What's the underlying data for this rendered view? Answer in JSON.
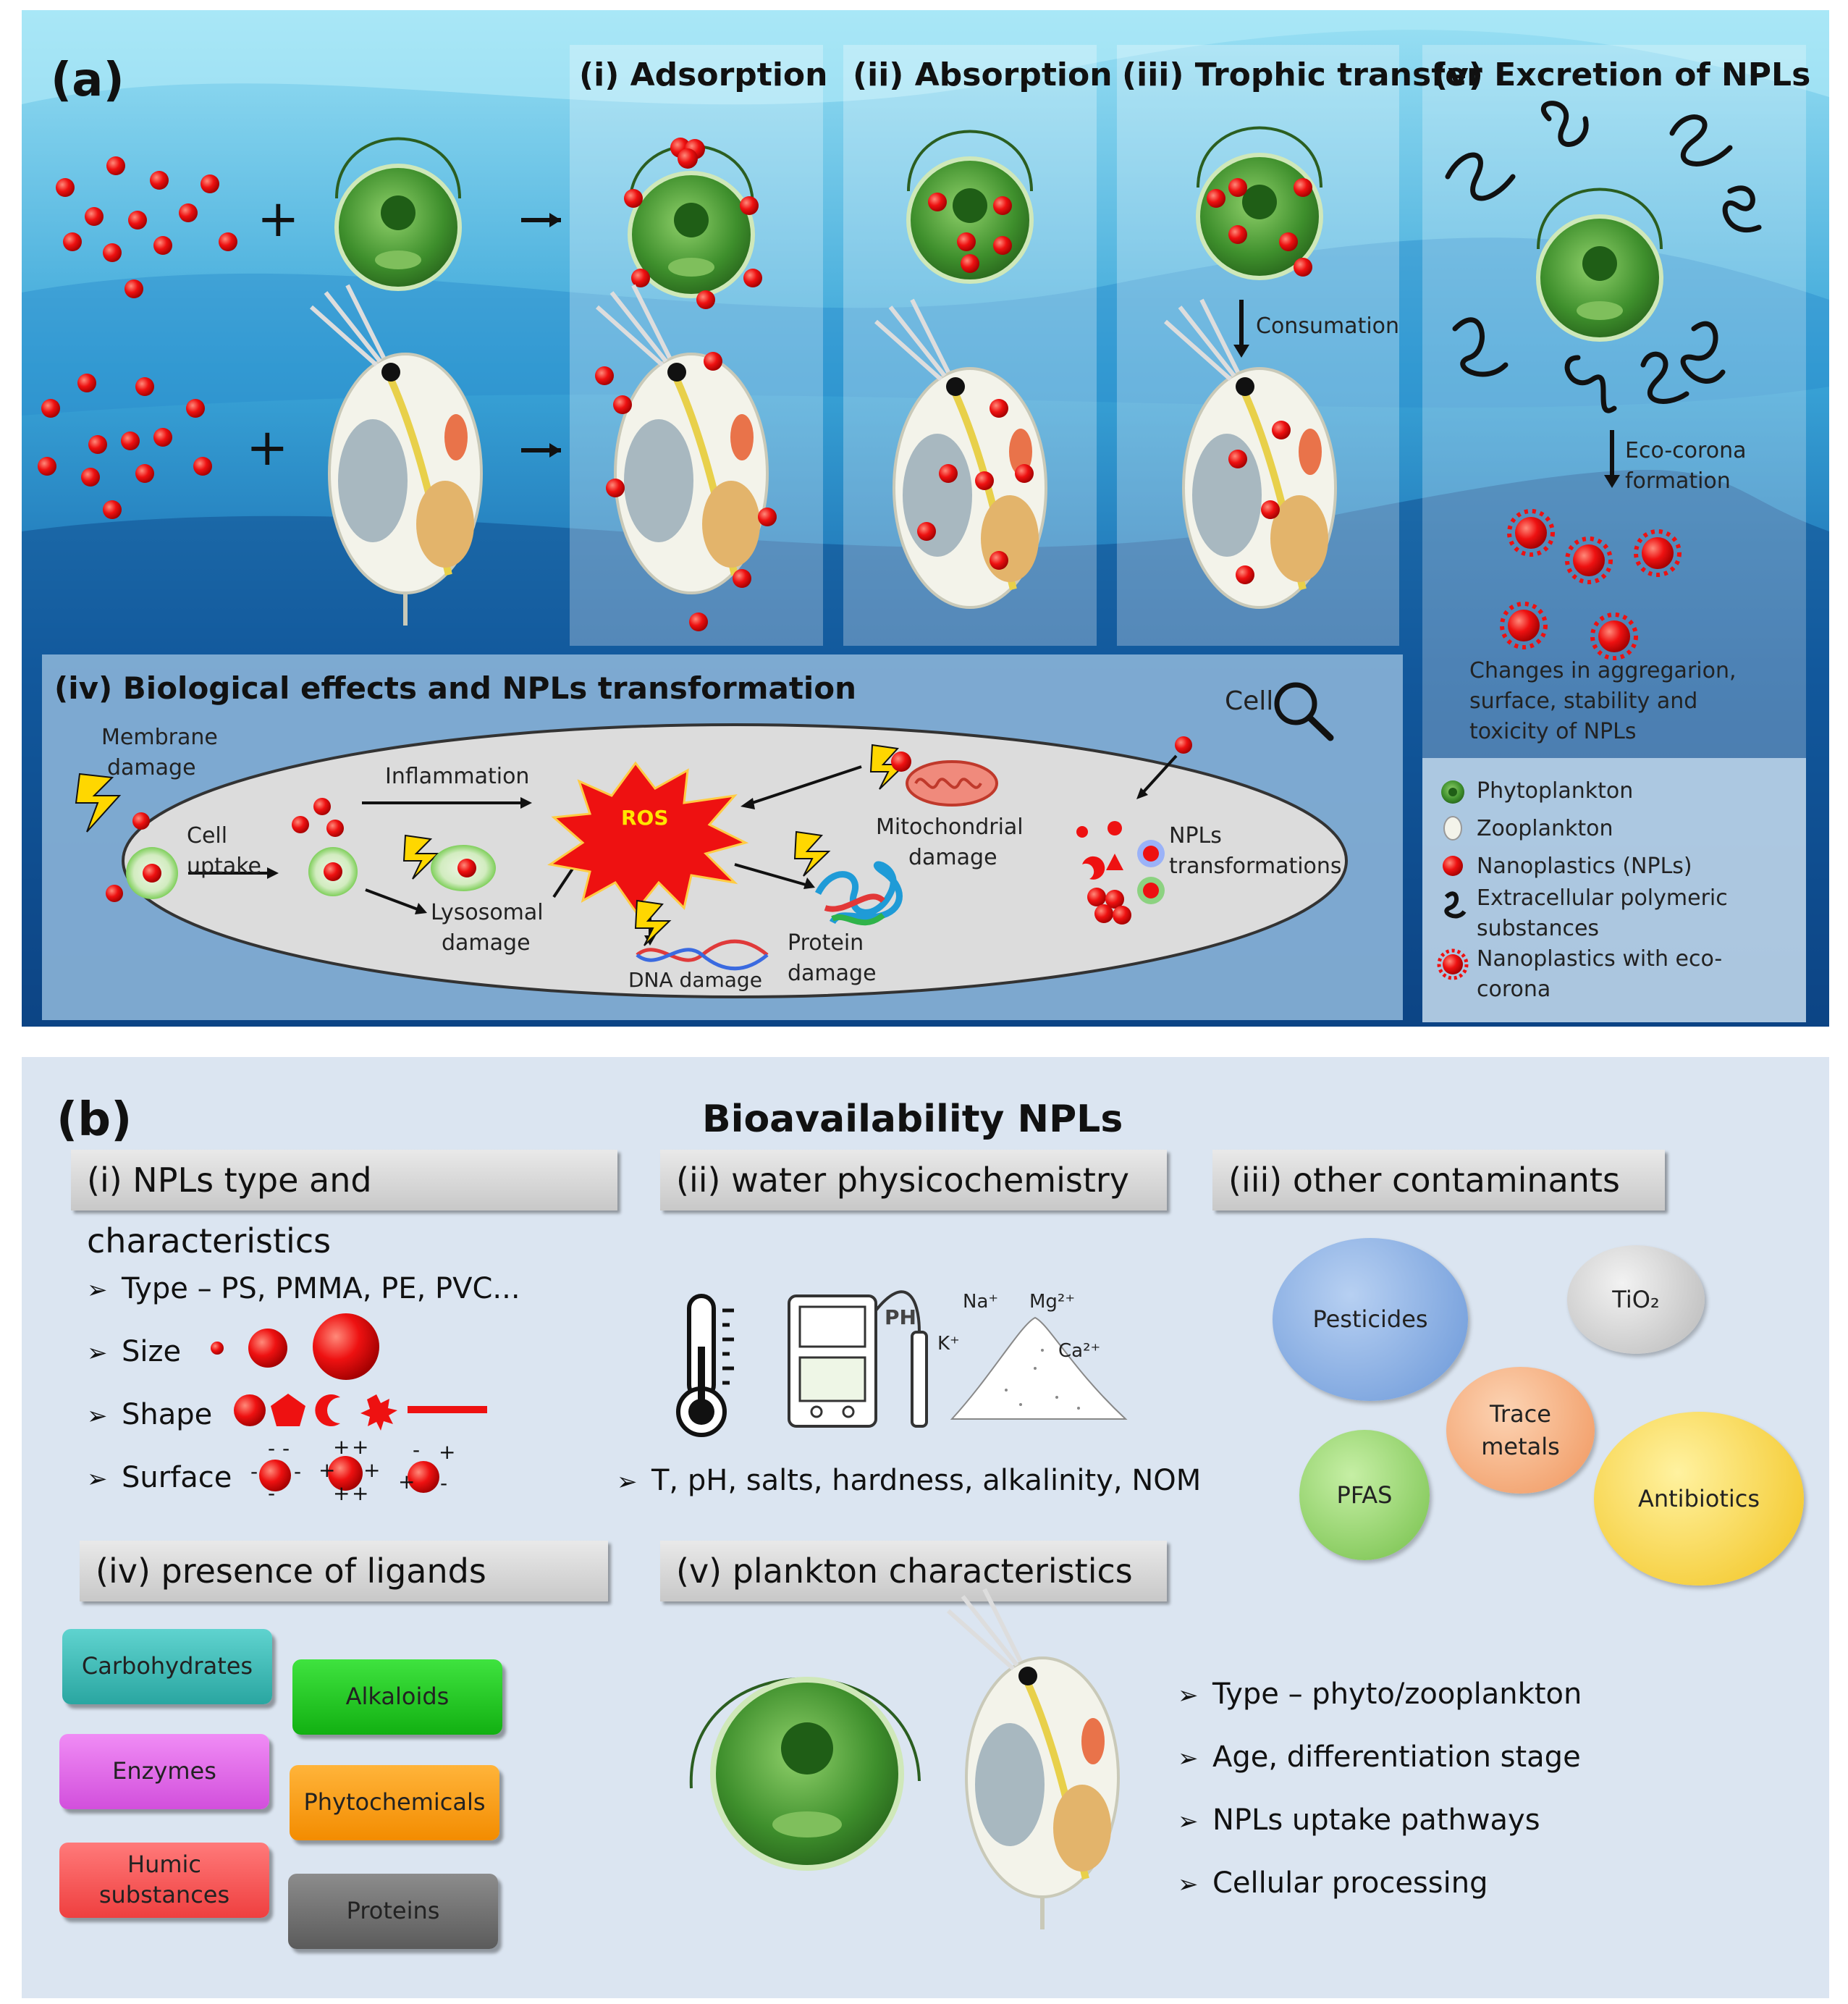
{
  "panel_a": {
    "letter": "(a)",
    "steps": {
      "adsorption": "(i) Adsorption",
      "absorption": "(ii) Absorption",
      "trophic": "(iii) Trophic transfer",
      "excretion": "(v) Excretion of NPLs"
    },
    "consumation": "Consumation",
    "eco_corona_1": "Eco-corona",
    "eco_corona_2": "formation",
    "changes_1": "Changes in aggregarion,",
    "changes_2": "surface, stability and",
    "changes_3": "toxicity of NPLs",
    "bio_title": "(iv) Biological effects and NPLs transformation",
    "cell_label": "Cell",
    "membrane_1": "Membrane",
    "membrane_2": "damage",
    "cell_uptake_1": "Cell",
    "cell_uptake_2": "uptake",
    "inflammation": "Inflammation",
    "ros": "ROS",
    "lysosomal_1": "Lysosomal",
    "lysosomal_2": "damage",
    "dna_damage": "DNA damage",
    "protein_1": "Protein",
    "protein_2": "damage",
    "mito_1": "Mitochondrial",
    "mito_2": "damage",
    "npl_trans_1": "NPLs",
    "npl_trans_2": "transformations",
    "legend": {
      "phyto": "Phytoplankton",
      "zoo": "Zooplankton",
      "npl": "Nanoplastics (NPLs)",
      "eps_1": "Extracellular polymeric",
      "eps_2": "substances",
      "eco_1": "Nanoplastics with eco-",
      "eco_2": "corona"
    }
  },
  "panel_b": {
    "letter": "(b)",
    "title": "Bioavailability NPLs",
    "banners": {
      "type": "(i) NPLs type and characteristics",
      "water": "(ii) water physicochemistry",
      "contam": "(iii) other contaminants",
      "ligands": "(iv) presence of ligands",
      "plankton": "(v) plankton characteristics"
    },
    "type_bullets": {
      "type": "Type – PS, PMMA, PE, PVC...",
      "size": "Size",
      "shape": "Shape",
      "surface": "Surface"
    },
    "ph_label": "PH",
    "ions": {
      "na": "Na⁺",
      "mg": "Mg²⁺",
      "k": "K⁺",
      "ca": "Ca²⁺"
    },
    "water_bullet": "T, pH, salts, hardness, alkalinity, NOM",
    "contaminants": {
      "pesticides": "Pesticides",
      "tio2": "TiO₂",
      "trace_1": "Trace",
      "trace_2": "metals",
      "pfas": "PFAS",
      "antibiotics": "Antibiotics"
    },
    "ligands": {
      "carbohydrates": "Carbohydrates",
      "alkaloids": "Alkaloids",
      "enzymes": "Enzymes",
      "phytochemicals": "Phytochemicals",
      "humic_1": "Humic",
      "humic_2": "substances",
      "proteins": "Proteins"
    },
    "plankton_bullets": {
      "type": "Type – phyto/zooplankton",
      "age": "Age, differentiation stage",
      "uptake": "NPLs uptake pathways",
      "processing": "Cellular processing"
    }
  },
  "colors": {
    "npl_red": "#ee1111",
    "phyto_green": "#3f8f2f",
    "ocean_dark": "#0d4f93",
    "ocean_light": "#8ad8f0",
    "panel_b_bg": "#dbe5f1"
  }
}
